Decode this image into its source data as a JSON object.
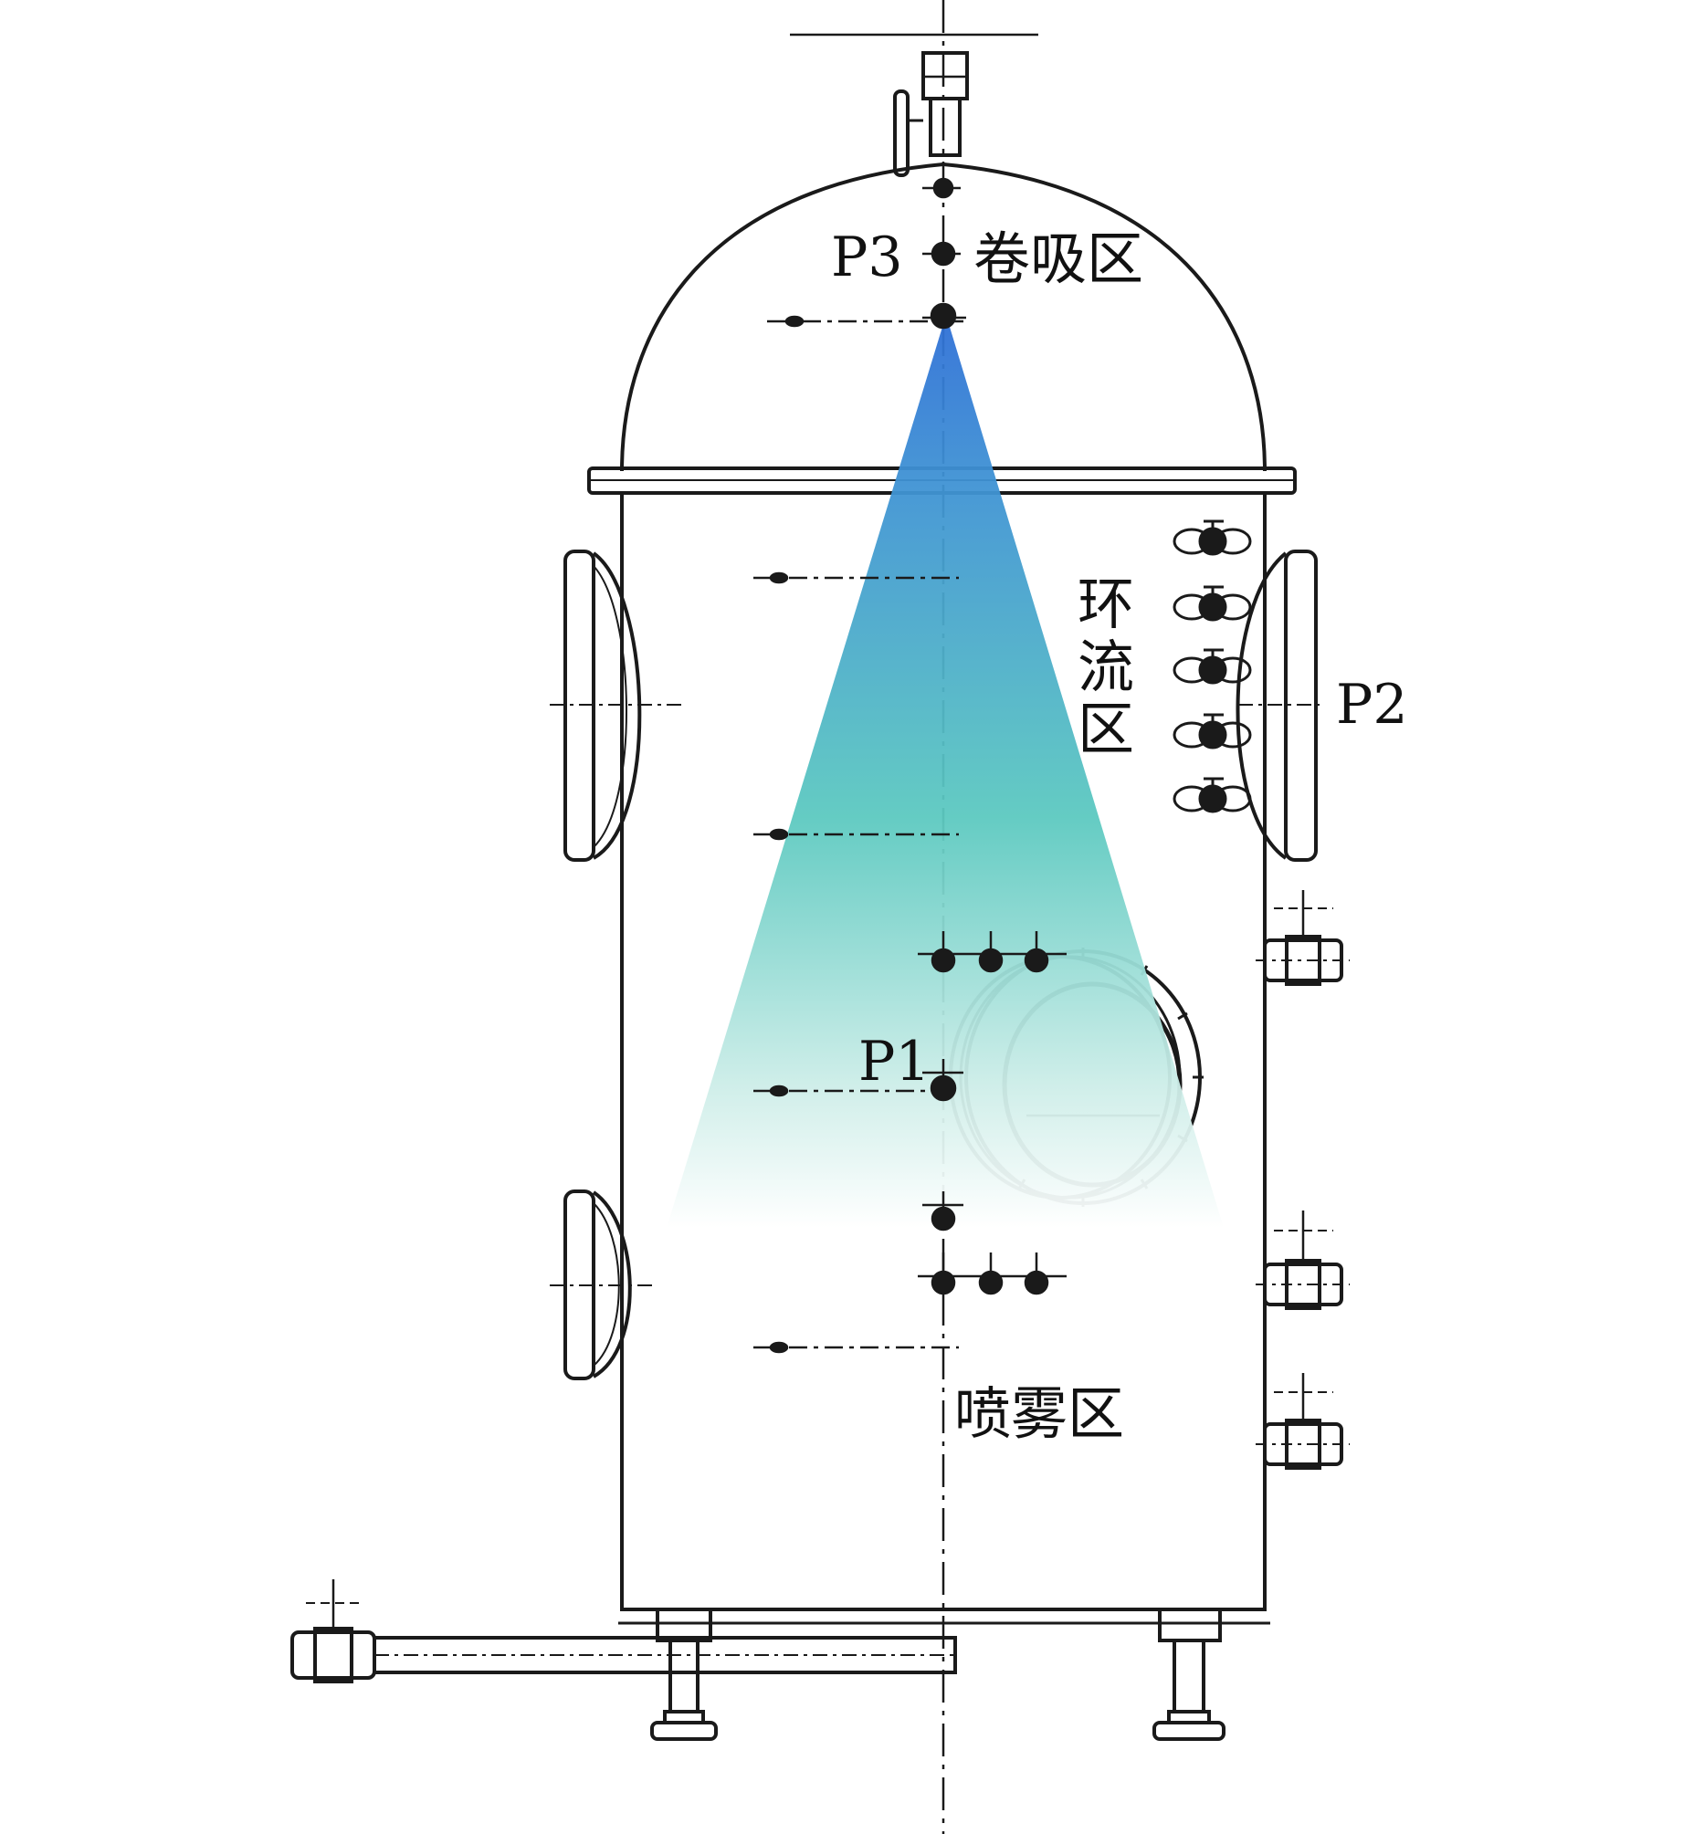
{
  "labels": {
    "p3": "P3",
    "entrainment_zone": "卷吸区",
    "circulation_zone_chars": [
      "环",
      "流",
      "区"
    ],
    "p2": "P2",
    "p1": "P1",
    "spray_zone": "喷雾区"
  },
  "colors": {
    "line": "#1a1a1a",
    "spray_top": "#2f6fd6",
    "spray_mid": "#5cc9c0",
    "spray_bottom": "#ffffff"
  },
  "icons": {
    "nozzle": "nozzle-icon",
    "valve": "valve-icon",
    "manhole": "manhole-icon",
    "pipe_fitting": "pipe-fitting-icon"
  }
}
